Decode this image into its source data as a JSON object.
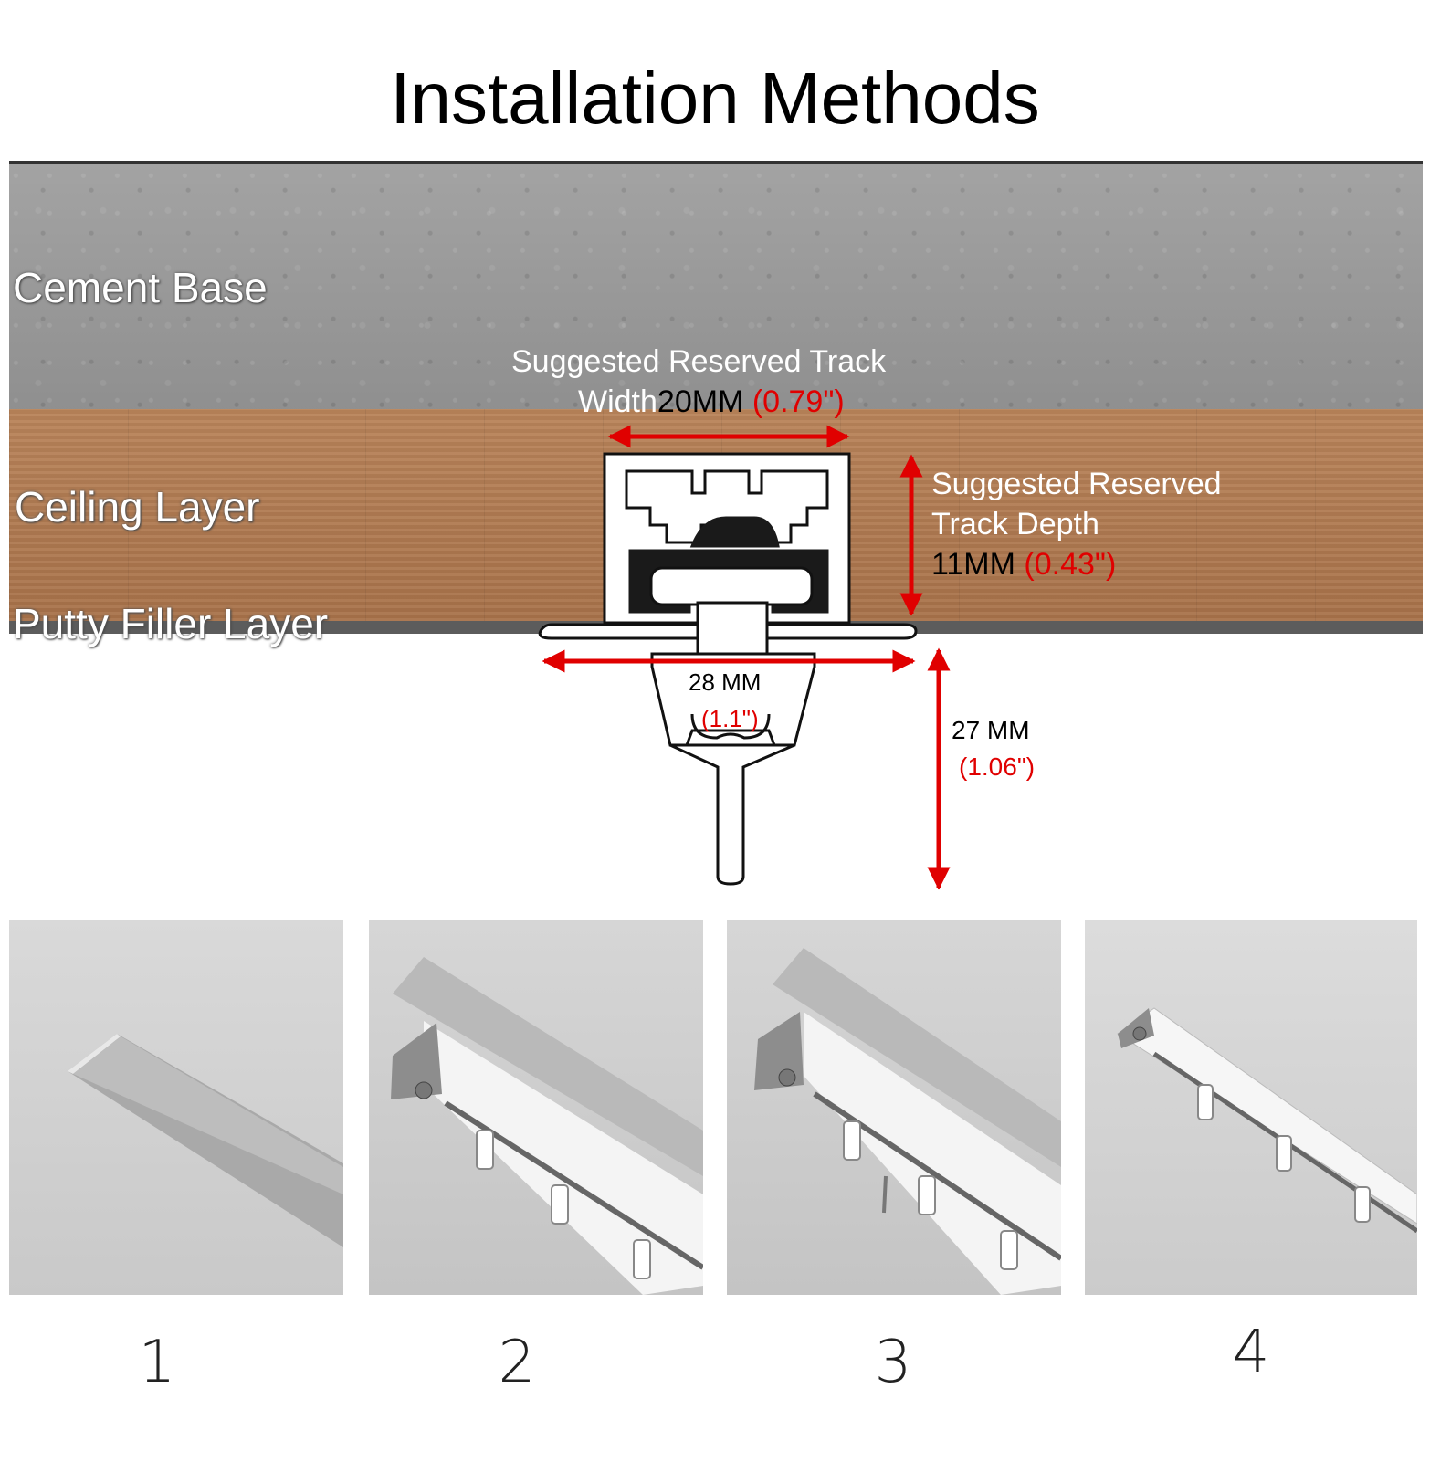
{
  "title": "Installation Methods",
  "layers": {
    "cement": "Cement Base",
    "ceiling": "Ceiling Layer",
    "putty": "Putty Filler Layer"
  },
  "dimensions": {
    "width": {
      "label_line1": "Suggested Reserved Track",
      "label_prefix": "Width",
      "value": "20MM",
      "inch": "(0.79\")"
    },
    "depth": {
      "label_line1": "Suggested Reserved",
      "label_line2": "Track Depth",
      "value": "11MM",
      "inch": "(0.43\")"
    },
    "flange": {
      "value": "28 MM",
      "inch": "(1.1\")"
    },
    "drop": {
      "value": "27 MM",
      "inch": "(1.06\")"
    }
  },
  "steps": [
    "1",
    "2",
    "3",
    "4"
  ],
  "colors": {
    "arrow": "#e00000",
    "cement": "#9a9a9a",
    "wood": "#b07a4f",
    "putty": "#5c5c5c"
  }
}
